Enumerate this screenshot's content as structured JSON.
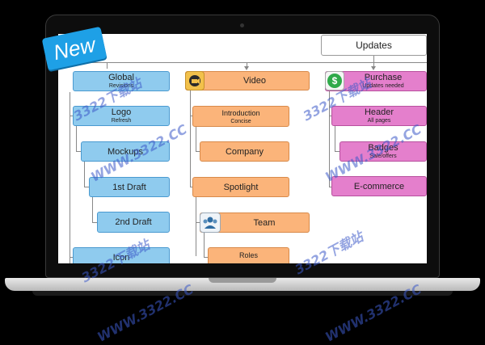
{
  "badge": {
    "label": "New"
  },
  "header": {
    "updates": "Updates"
  },
  "col_blue": [
    {
      "main": "Global",
      "sub": "Revisions"
    },
    {
      "main": "Logo",
      "sub": "Refresh"
    },
    {
      "main": "Mockups",
      "sub": ""
    },
    {
      "main": "1st Draft",
      "sub": ""
    },
    {
      "main": "2nd Draft",
      "sub": ""
    },
    {
      "main": "Icon",
      "sub": ""
    }
  ],
  "col_orange": [
    {
      "main": "Video",
      "sub": ""
    },
    {
      "main": "Introduction",
      "sub": "Concise"
    },
    {
      "main": "Company",
      "sub": ""
    },
    {
      "main": "Spotlight",
      "sub": ""
    },
    {
      "main": "Team",
      "sub": ""
    },
    {
      "main": "Roles",
      "sub": ""
    }
  ],
  "col_pink": [
    {
      "main": "Purchase",
      "sub": "Updates needed"
    },
    {
      "main": "Header",
      "sub": "All pages"
    },
    {
      "main": "Badges",
      "sub": "Sale/offers"
    },
    {
      "main": "E-commerce",
      "sub": ""
    }
  ],
  "icons": {
    "video": "video-camera-icon",
    "purchase": "dollar-icon",
    "team": "people-icon"
  },
  "colors": {
    "blue": "#8fcbee",
    "orange": "#fbb47a",
    "pink": "#e47fcc",
    "badge": "#1ea0e6"
  },
  "watermark": {
    "w1": "3322下载站",
    "w2": "WWW.3322.CC"
  }
}
